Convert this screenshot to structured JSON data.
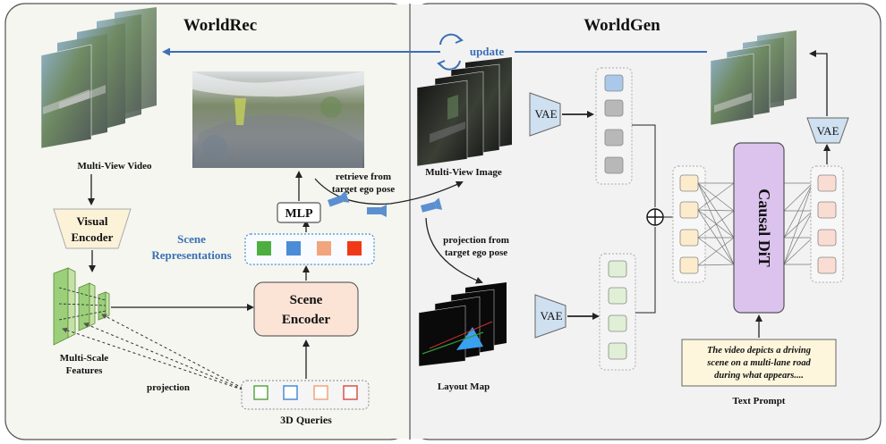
{
  "sections": {
    "left_title": "WorldRec",
    "right_title": "WorldGen"
  },
  "labels": {
    "update": "update",
    "multi_view_video": "Multi-View Video",
    "visual_encoder_line1": "Visual",
    "visual_encoder_line2": "Encoder",
    "multi_scale_line1": "Multi-Scale",
    "multi_scale_line2": "Features",
    "projection": "projection",
    "queries_3d": "3D Queries",
    "scene_encoder_line1": "Scene",
    "scene_encoder_line2": "Encoder",
    "scene_repr_line1": "Scene",
    "scene_repr_line2": "Representations",
    "mlp": "MLP",
    "retrieve_line1": "retrieve from",
    "retrieve_line2": "target ego pose",
    "multi_view_image": "Multi-View Image",
    "vae_top": "VAE",
    "vae_bottom": "VAE",
    "vae_right": "VAE",
    "projection_from_line1": "projection from",
    "projection_from_line2": "target ego pose",
    "layout_map": "Layout Map",
    "causal_dit": "Causal DiT",
    "text_prompt_label": "Text Prompt",
    "text_prompt_line1": "The video depicts a driving",
    "text_prompt_line2": "scene on a multi-lane road",
    "text_prompt_line3": "during what appears...."
  },
  "colors": {
    "left_bg": "#f4f6ef",
    "right_bg": "#f2f2f2",
    "accent_blue": "#3b6fb6",
    "scene_encoder_fill": "#fbe3d6",
    "causal_dit_fill": "#dcc3ee",
    "vae_fill": "#cfe0f0",
    "visual_encoder_fill": "#fbf2d8",
    "prompt_fill": "#fdf6dc",
    "token_green": "#dff0d6",
    "token_gray": "#b8b8b8",
    "token_blue": "#a9c8ea",
    "token_yellow": "#fdeccb",
    "token_peach": "#f9dcd2",
    "repr_green": "#4caf3e",
    "repr_blue": "#4a8cd6",
    "repr_orange": "#f2a47c",
    "repr_red": "#f03a17",
    "query_green": "#5aa845",
    "query_blue": "#4a8cd6",
    "query_orange": "#f2a47c",
    "query_red": "#d8544a"
  }
}
